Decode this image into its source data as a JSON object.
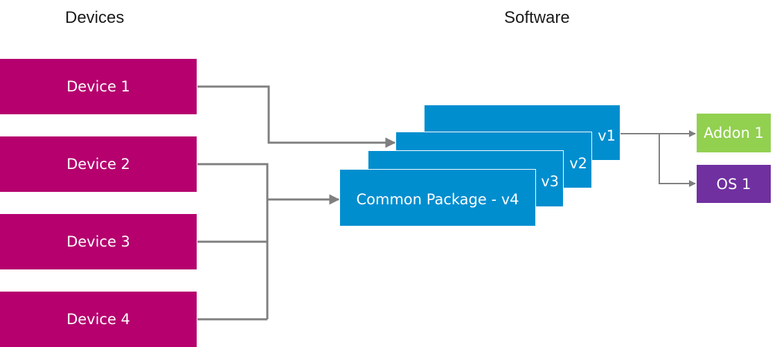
{
  "headings": {
    "devices": "Devices",
    "software": "Software"
  },
  "devices": [
    {
      "label": "Device 1"
    },
    {
      "label": "Device 2"
    },
    {
      "label": "Device 3"
    },
    {
      "label": "Device 4"
    }
  ],
  "packages": {
    "v1": "v1",
    "v2": "v2",
    "v3": "v3",
    "v4": "Common Package - v4"
  },
  "outputs": {
    "addon": "Addon 1",
    "os": "OS 1"
  },
  "colors": {
    "device": "#b5006e",
    "package": "#008ecf",
    "addon": "#92d050",
    "os": "#7030a0",
    "connector": "#7f7f7f"
  }
}
